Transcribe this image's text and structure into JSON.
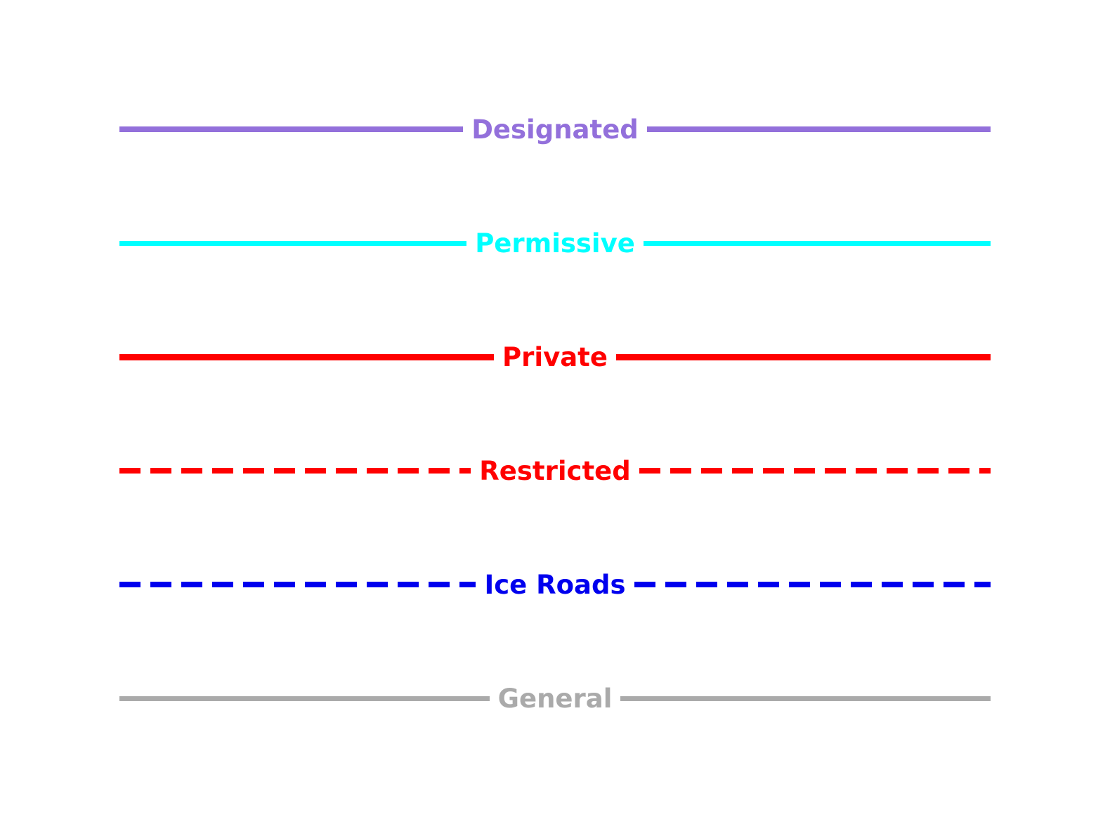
{
  "canvas": {
    "background": "#ffffff"
  },
  "legend": {
    "entries": [
      {
        "label": "Designated",
        "color": "#9370DB",
        "style": "solid",
        "thickness": 8
      },
      {
        "label": "Permissive",
        "color": "#00FFFF",
        "style": "solid",
        "thickness": 7
      },
      {
        "label": "Private",
        "color": "#FF0000",
        "style": "solid",
        "thickness": 9
      },
      {
        "label": "Restricted",
        "color": "#FF0000",
        "style": "dashed",
        "thickness": 8
      },
      {
        "label": "Ice Roads",
        "color": "#0000EE",
        "style": "dashed",
        "thickness": 8
      },
      {
        "label": "General",
        "color": "#AAAAAA",
        "style": "solid",
        "thickness": 7
      }
    ],
    "dash_pattern": {
      "dash": 30,
      "gap": 14
    }
  },
  "chart_data": {
    "type": "line",
    "title": "",
    "xlabel": "",
    "ylabel": "",
    "grid": false,
    "legend_position": "inline-centered-labels",
    "series": [
      {
        "name": "Designated",
        "color": "#9370DB",
        "linestyle": "solid",
        "linewidth": 8
      },
      {
        "name": "Permissive",
        "color": "#00FFFF",
        "linestyle": "solid",
        "linewidth": 7
      },
      {
        "name": "Private",
        "color": "#FF0000",
        "linestyle": "solid",
        "linewidth": 9
      },
      {
        "name": "Restricted",
        "color": "#FF0000",
        "linestyle": "dashed",
        "linewidth": 8
      },
      {
        "name": "Ice Roads",
        "color": "#0000EE",
        "linestyle": "dashed",
        "linewidth": 8
      },
      {
        "name": "General",
        "color": "#AAAAAA",
        "linestyle": "solid",
        "linewidth": 7
      }
    ]
  }
}
